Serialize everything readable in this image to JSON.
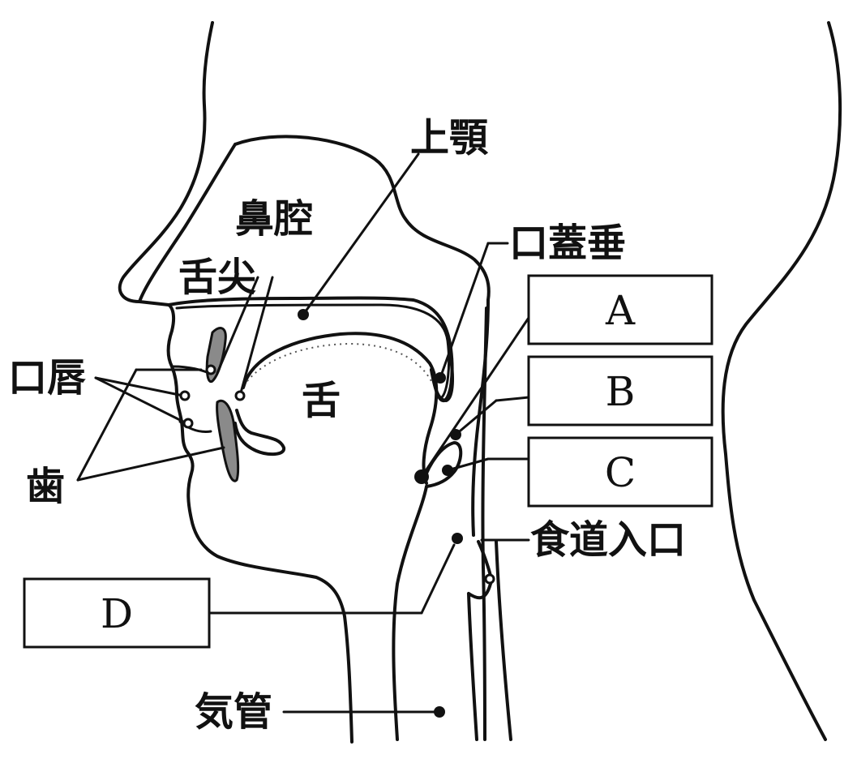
{
  "diagram": {
    "labels": {
      "upper_jaw": "上顎",
      "nasal_cavity": "鼻腔",
      "soft_palate": "口蓋垂",
      "tongue_tip": "舌尖",
      "lips": "口唇",
      "teeth": "歯",
      "tongue": "舌",
      "esophagus_entrance": "食道入口",
      "trachea": "気管"
    },
    "boxes": {
      "a": "A",
      "b": "B",
      "c": "C",
      "d": "D"
    }
  }
}
